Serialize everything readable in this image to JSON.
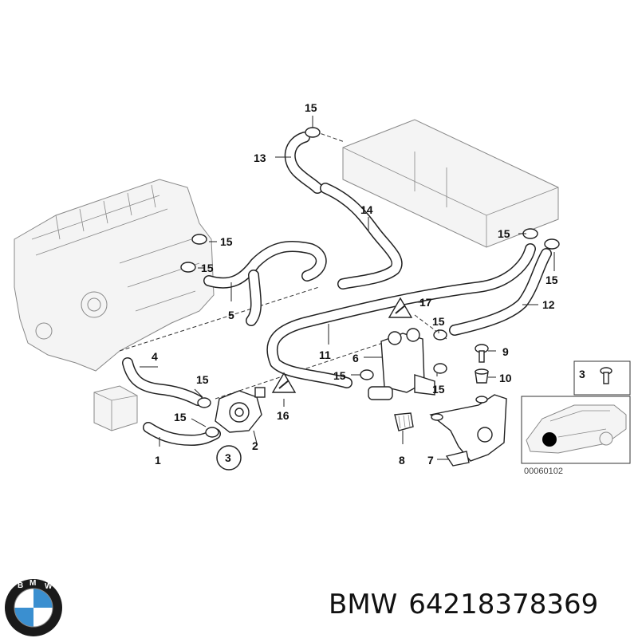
{
  "callouts": {
    "c1": "1",
    "c2": "2",
    "c3": "3",
    "c4": "4",
    "c5": "5",
    "c6": "6",
    "c7": "7",
    "c8": "8",
    "c9": "9",
    "c10": "10",
    "c11": "11",
    "c12": "12",
    "c13": "13",
    "c14": "14",
    "c15": "15",
    "c16": "16",
    "c17": "17"
  },
  "inset": {
    "part_label": "3",
    "reference": "00060102"
  },
  "footer": {
    "brand": "BMW",
    "part_number": "64218378369"
  },
  "icons": [
    "bmw-logo-icon",
    "warning-triangle-icon"
  ],
  "colors": {
    "logo_blue": "#3a8fd0",
    "logo_ring": "#1a1a1a",
    "line": "#222222"
  }
}
